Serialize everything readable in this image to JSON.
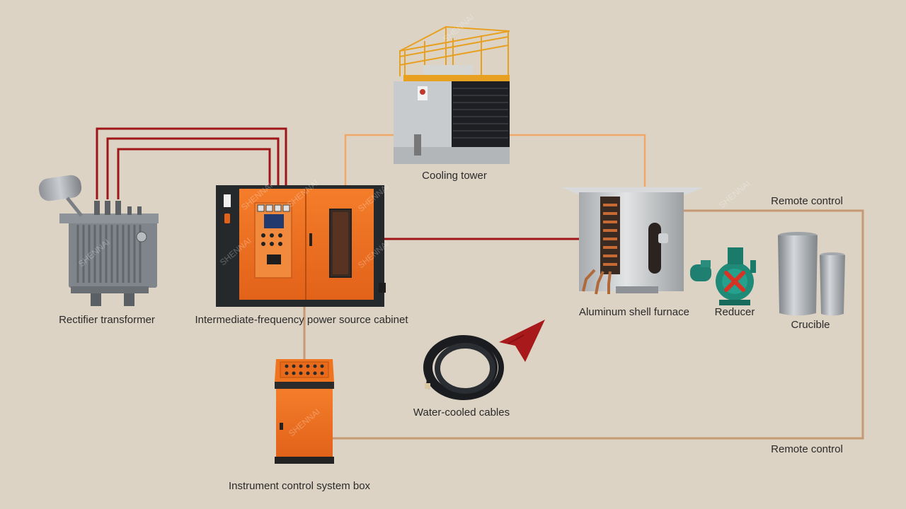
{
  "labels": {
    "rectifier_transformer": "Rectifier transformer",
    "power_cabinet": "Intermediate-frequency power source cabinet",
    "cooling_tower": "Cooling tower",
    "furnace": "Aluminum shell furnace",
    "reducer": "Reducer",
    "crucible": "Crucible",
    "water_cooled_cables": "Water-cooled cables",
    "control_box": "Instrument control system box",
    "remote_control_top": "Remote control",
    "remote_control_bottom": "Remote control"
  },
  "watermark": "SHENNAI",
  "colors": {
    "background": "#dcd3c5",
    "power_line": "#a01616",
    "water_line": "#f0a868",
    "control_line": "#c79a73",
    "orange_panel": "#f0731e",
    "arrow": "#a8191c"
  },
  "icons": {
    "transformer": "transformer-icon",
    "cabinet": "power-cabinet-icon",
    "tower": "cooling-tower-icon",
    "furnace": "furnace-icon",
    "reducer": "reducer-icon",
    "crucible": "crucible-icon",
    "cables": "coiled-cable-icon",
    "control_box": "control-box-icon",
    "arrow": "direction-arrow-icon"
  }
}
